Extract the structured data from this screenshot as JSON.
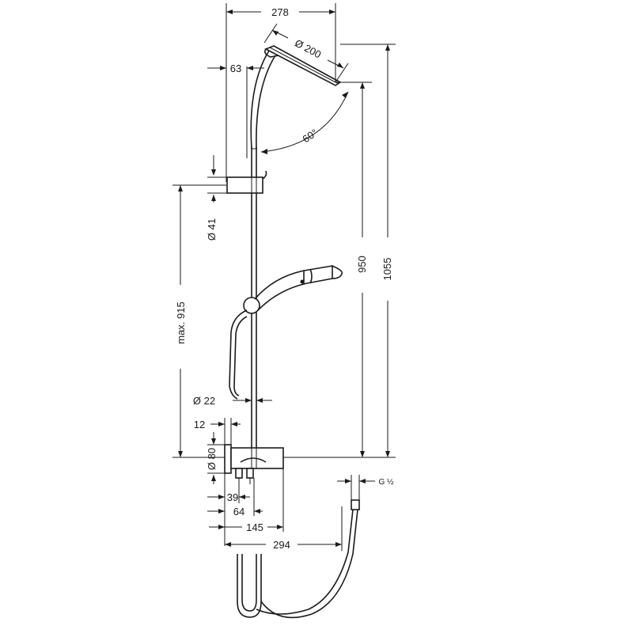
{
  "dimensions": {
    "width_top": "278",
    "head_diameter": "Ø 200",
    "offset_top": "63",
    "angle": "60°",
    "holder_diameter": "Ø 41",
    "rail_height": "950",
    "total_height": "1055",
    "max_height": "max. 915",
    "rail_diameter": "Ø 22",
    "wall_plate": "12",
    "valve_diameter": "Ø 80",
    "depth_39": "39",
    "depth_64": "64",
    "depth_145": "145",
    "depth_294": "294",
    "hose_thread": "G ½"
  }
}
